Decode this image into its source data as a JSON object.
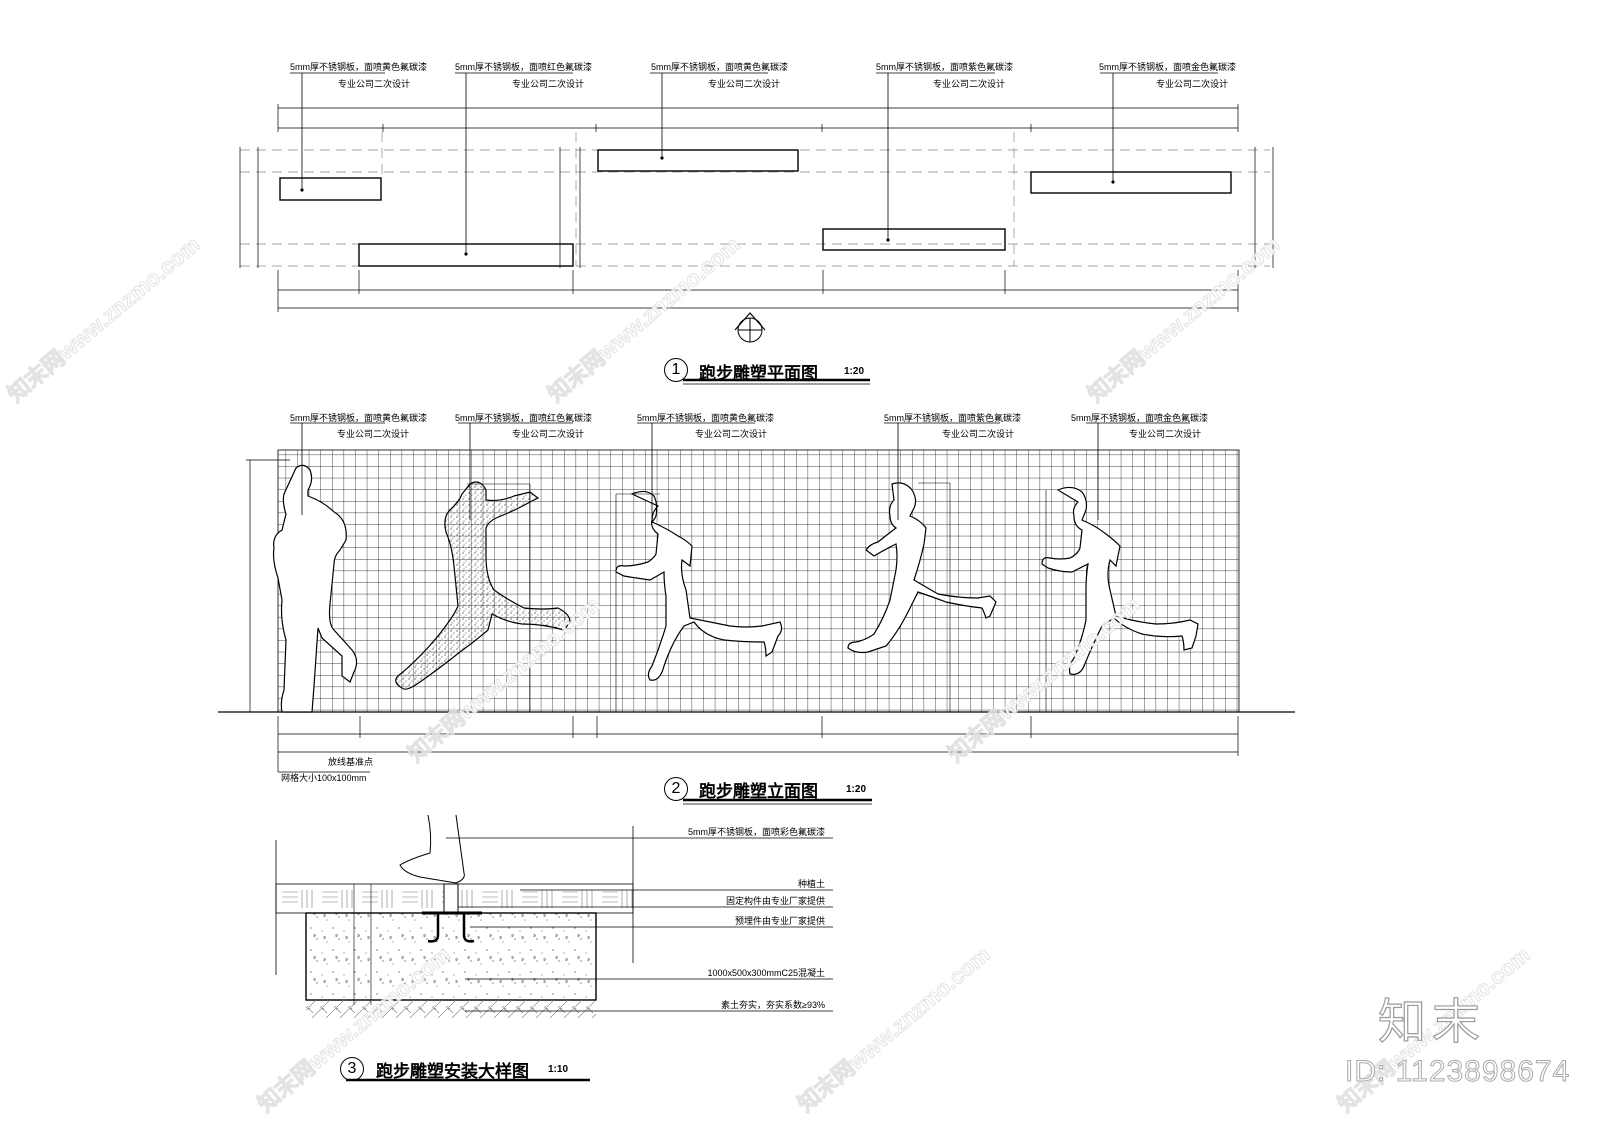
{
  "drawing": {
    "plan": {
      "number": "1",
      "title": "跑步雕塑平面图",
      "scale": "1:20",
      "callouts": [
        {
          "line1": "5mm厚不锈钢板，面喷黄色氟碳漆",
          "line2": "专业公司二次设计"
        },
        {
          "line1": "5mm厚不锈钢板，面喷红色氟碳漆",
          "line2": "专业公司二次设计"
        },
        {
          "line1": "5mm厚不锈钢板，面喷黄色氟碳漆",
          "line2": "专业公司二次设计"
        },
        {
          "line1": "5mm厚不锈钢板，面喷紫色氟碳漆",
          "line2": "专业公司二次设计"
        },
        {
          "line1": "5mm厚不锈钢板，面喷金色氟碳漆",
          "line2": "专业公司二次设计"
        }
      ]
    },
    "elevation": {
      "number": "2",
      "title": "跑步雕塑立面图",
      "scale": "1:20",
      "callouts": [
        {
          "line1": "5mm厚不锈钢板，面喷黄色氟碳漆",
          "line2": "专业公司二次设计"
        },
        {
          "line1": "5mm厚不锈钢板，面喷红色氟碳漆",
          "line2": "专业公司二次设计"
        },
        {
          "line1": "5mm厚不锈钢板，面喷黄色氟碳漆",
          "line2": "专业公司二次设计"
        },
        {
          "line1": "5mm厚不锈钢板，面喷紫色氟碳漆",
          "line2": "专业公司二次设计"
        },
        {
          "line1": "5mm厚不锈钢板，面喷金色氟碳漆",
          "line2": "专业公司二次设计"
        }
      ],
      "baseline_note": "放线基准点",
      "grid_note": "网格大小100x100mm"
    },
    "detail": {
      "number": "3",
      "title": "跑步雕塑安装大样图",
      "scale": "1:10",
      "notes": [
        "5mm厚不锈钢板，面喷彩色氟碳漆",
        "种植土",
        "固定构件由专业厂家提供",
        "预埋件由专业厂家提供",
        "1000x500x300mmC25混凝土",
        "素土夯实，夯实系数≥93%"
      ]
    }
  },
  "watermark": {
    "logo": "知末",
    "id": "ID: 1123898674",
    "diagonal_text": "知末网www.znzmo.com"
  }
}
